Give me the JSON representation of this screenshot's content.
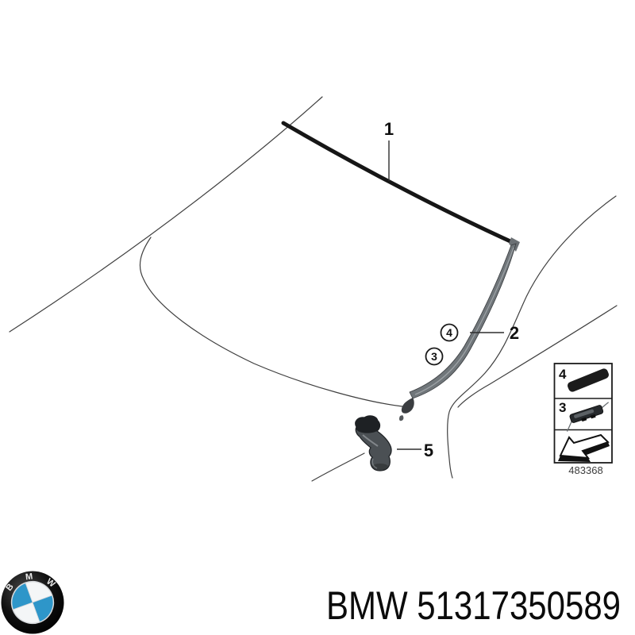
{
  "diagram": {
    "callout_1": "1",
    "callout_2": "2",
    "callout_5": "5",
    "callout_circle_4": "4",
    "callout_circle_3": "3",
    "legend": {
      "row_4_label": "4",
      "row_3_label": "3",
      "diagram_number": "483368"
    }
  },
  "brand": {
    "logo_letters": "BMW",
    "part_number_text": "BMW 51317350589"
  },
  "colors": {
    "line": "#3f3f3f",
    "molding_black": "#161616",
    "molding_gray": "#70767a",
    "roundel_blue": "#2e96c9"
  }
}
